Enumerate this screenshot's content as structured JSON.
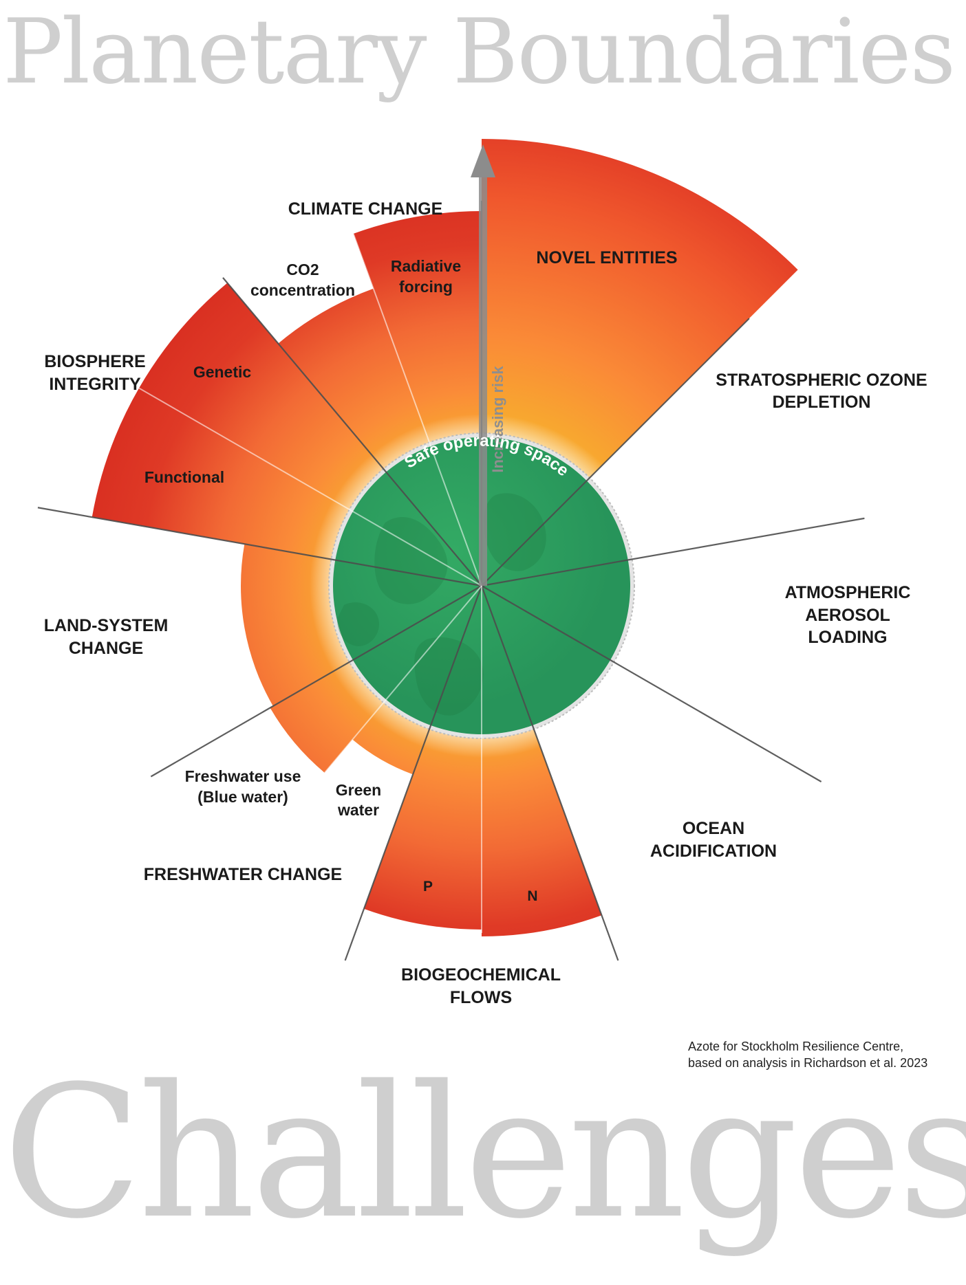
{
  "title": "Planetary Boundaries",
  "bottom_word": "Challenges",
  "credit": {
    "line1": "Azote for Stockholm Resilience Centre,",
    "line2": "based on analysis in Richardson et al. 2023"
  },
  "axis_label": "Increasing risk",
  "safe_space_label": "Safe operating space",
  "categories": {
    "climate_change": "CLIMATE CHANGE",
    "novel_entities": "NOVEL ENTITIES",
    "ozone_1": "STRATOSPHERIC OZONE",
    "ozone_2": "DEPLETION",
    "aerosol_1": "ATMOSPHERIC",
    "aerosol_2": "AEROSOL",
    "aerosol_3": "LOADING",
    "ocean_1": "OCEAN",
    "ocean_2": "ACIDIFICATION",
    "biogeo_1": "BIOGEOCHEMICAL",
    "biogeo_2": "FLOWS",
    "freshwater": "FRESHWATER CHANGE",
    "land_1": "LAND-SYSTEM",
    "land_2": "CHANGE",
    "biosphere_1": "BIOSPHERE",
    "biosphere_2": "INTEGRITY"
  },
  "sub_labels": {
    "co2_1": "CO2",
    "co2_2": "concentration",
    "radiative_1": "Radiative",
    "radiative_2": "forcing",
    "genetic": "Genetic",
    "functional": "Functional",
    "blue_1": "Freshwater use",
    "blue_2": "(Blue water)",
    "green_1": "Green",
    "green_2": "water",
    "p": "P",
    "n": "N"
  },
  "colors": {
    "safe_green": "#2fa35f",
    "safe_dark": "#238b4f",
    "zone_yellow": "#f7b02a",
    "zone_orange": "#fb7a3c",
    "zone_red": "#dd3424",
    "earth_grey": "#e2e2e2",
    "spoke": "#555555",
    "arrow": "#8c8c8c",
    "title_grey": "#cfcfcf"
  }
}
